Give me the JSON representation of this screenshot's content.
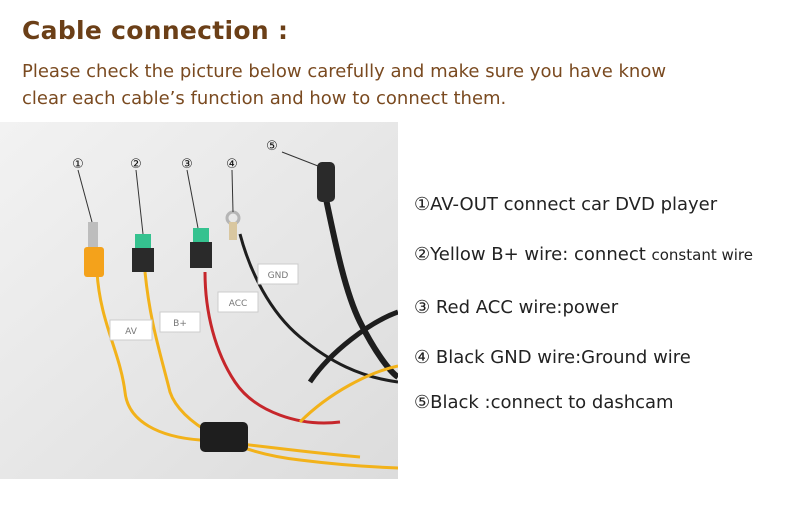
{
  "header": {
    "title": "Cable connection :",
    "intro_line1": "Please check the picture below carefully and make sure you have know",
    "intro_line2": "clear each cable’s function and how to connect them."
  },
  "photo": {
    "markers": [
      "①",
      "②",
      "③",
      "④",
      "⑤"
    ],
    "tag_labels": [
      "AV",
      "B+",
      "ACC",
      "GND"
    ]
  },
  "legend": {
    "items": [
      {
        "main": "①AV-OUT  connect car DVD player",
        "extra": ""
      },
      {
        "main": "②Yellow B+ wire: connect ",
        "extra": "constant wire"
      },
      {
        "main": "③ Red ACC wire:power",
        "extra": ""
      },
      {
        "main": "④ Black GND wire:Ground wire",
        "extra": ""
      },
      {
        "main": "⑤Black :connect to dashcam",
        "extra": ""
      }
    ]
  },
  "colors": {
    "title": "#6b3f17",
    "intro": "#7a4a20",
    "yellow_wire": "#f2b21a",
    "red_wire": "#c6262b",
    "black_wire": "#1e1e1e",
    "fuse_green": "#35c28f",
    "rca_orange": "#f4a21b"
  }
}
